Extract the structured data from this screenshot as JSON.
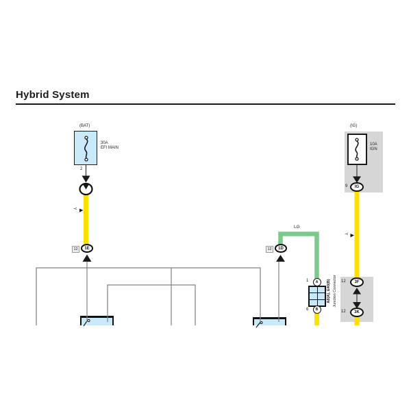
{
  "title": "Hybrid System",
  "colors": {
    "wire_yellow": "#FFDF00",
    "wire_green": "#7CC98C",
    "light_blue": "#C9E9F8",
    "gray_bg": "#D6D6D6",
    "line_gray": "#808080",
    "ink": "#1A1A1A"
  },
  "bat_circuit": {
    "header": "(BAT)",
    "fuse_rating": "30A",
    "fuse_name": "EFI MAIN",
    "fuse_pin": "2",
    "wire_color": "Y",
    "connector": {
      "pin": "12",
      "code": "1E"
    }
  },
  "lg_branch": {
    "wire_color": "LG",
    "connector": {
      "pin": "12",
      "code": "1D"
    }
  },
  "junction_connector": {
    "top_pin": "1",
    "top_code": "A",
    "bottom_pin": "6",
    "bottom_code": "B",
    "name_line1": "A8(A), E40(B)",
    "name_line2": "Junction Connector"
  },
  "ig_circuit": {
    "header": "(IG)",
    "fuse_rating": "10A",
    "fuse_name": "IGN",
    "connector_ig": {
      "pin": "9",
      "code": "IG"
    },
    "wire_color": "Y",
    "connector_top": {
      "pin": "12",
      "code": "3F"
    },
    "connector_bottom": {
      "pin": "12",
      "code": "3K"
    }
  }
}
